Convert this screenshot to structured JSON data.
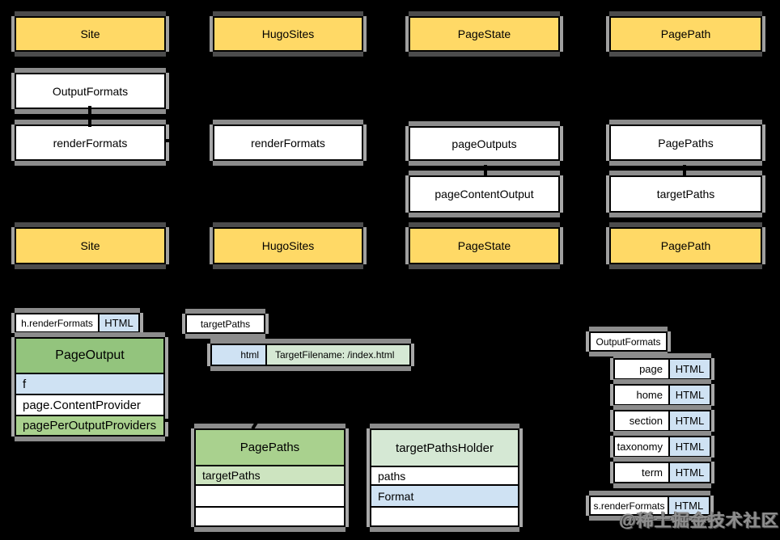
{
  "boxes": {
    "site_top": "Site",
    "hugosites_top": "HugoSites",
    "pagestate_top": "PageState",
    "pagepath_top": "PagePath",
    "outputformats_left": "OutputFormats",
    "renderformats_col1": "renderFormats",
    "renderformats_col2": "renderFormats",
    "pageoutputs": "pageOutputs",
    "pagepaths_col4": "PagePaths",
    "pagecontentoutput": "pageContentOutput",
    "targetpaths_col4": "targetPaths",
    "site_bottom": "Site",
    "hugosites_bottom": "HugoSites",
    "pagestate_bottom": "PageState",
    "pagepath_bottom": "PagePath"
  },
  "pageoutput_panel": {
    "ref_label": "h.renderFormats",
    "ref_format": "HTML",
    "title": "PageOutput",
    "rows": [
      "f",
      "page.ContentProvider",
      "pagePerOutputProviders"
    ]
  },
  "target_callout": {
    "label": "targetPaths",
    "format": "html",
    "filename": "TargetFilename: /index.html"
  },
  "pagepaths_table": {
    "title": "PagePaths",
    "rows": [
      "targetPaths",
      "",
      ""
    ]
  },
  "holder_table": {
    "title": "targetPathsHolder",
    "rows": [
      "paths",
      "Format",
      ""
    ]
  },
  "formats_panel": {
    "title": "OutputFormats",
    "rows": [
      {
        "kind": "page",
        "format": "HTML"
      },
      {
        "kind": "home",
        "format": "HTML"
      },
      {
        "kind": "section",
        "format": "HTML"
      },
      {
        "kind": "taxonomy",
        "format": "HTML"
      },
      {
        "kind": "term",
        "format": "HTML"
      }
    ],
    "footer_label": "s.renderFormats",
    "footer_format": "HTML"
  },
  "watermark": {
    "text": "@稀土掘金技术社区"
  },
  "colors": {
    "background": "#000000",
    "box_yellow": "#FFD966",
    "box_white": "#FFFFFF",
    "green_header": "#93C47D",
    "green_row": "#A9D18E",
    "green_pale": "#CDE4C0",
    "green_soft": "#D5E8D4",
    "blue_pale": "#CFE2F3",
    "halo_grey": "#A0A0A0",
    "watermark_grey": "#8F8F8F"
  }
}
